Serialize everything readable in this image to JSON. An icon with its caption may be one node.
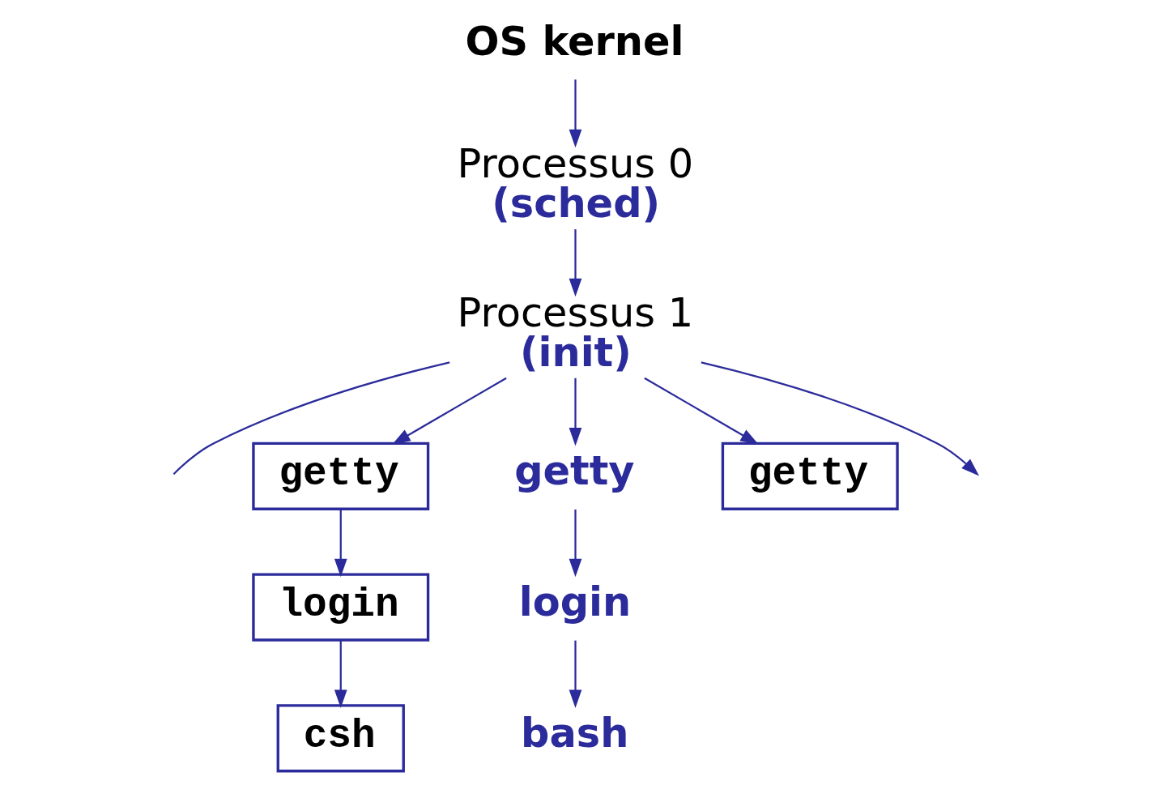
{
  "diagram": {
    "nodes": [
      {
        "text": [
          "OS kernel"
        ]
      },
      {
        "text": [
          "Processus 0",
          "(sched)"
        ]
      },
      {
        "text": [
          "Processus 1",
          "(init)"
        ]
      },
      {
        "text": [
          "getty"
        ]
      },
      {
        "text": [
          "getty"
        ]
      },
      {
        "text": [
          "getty"
        ]
      },
      {
        "text": [
          "login"
        ]
      },
      {
        "text": [
          "csh"
        ]
      },
      {
        "text": [
          "login"
        ]
      },
      {
        "text": [
          "bash"
        ]
      }
    ],
    "edges": [
      {
        "from": 0,
        "to": 1,
        "arrow": "to"
      },
      {
        "from": 1,
        "to": 2,
        "arrow": "to"
      },
      {
        "from": 2,
        "to": null,
        "arrow": "none"
      },
      {
        "from": 2,
        "to": 3,
        "arrow": "to"
      },
      {
        "from": 2,
        "to": 4,
        "arrow": "to"
      },
      {
        "from": 2,
        "to": 5,
        "arrow": "to"
      },
      {
        "from": 2,
        "to": null,
        "arrow": "to"
      },
      {
        "from": 3,
        "to": 6,
        "arrow": "to"
      },
      {
        "from": 6,
        "to": 7,
        "arrow": "to"
      },
      {
        "from": 4,
        "to": 8,
        "arrow": "to"
      },
      {
        "from": 8,
        "to": 9,
        "arrow": "to"
      }
    ]
  }
}
